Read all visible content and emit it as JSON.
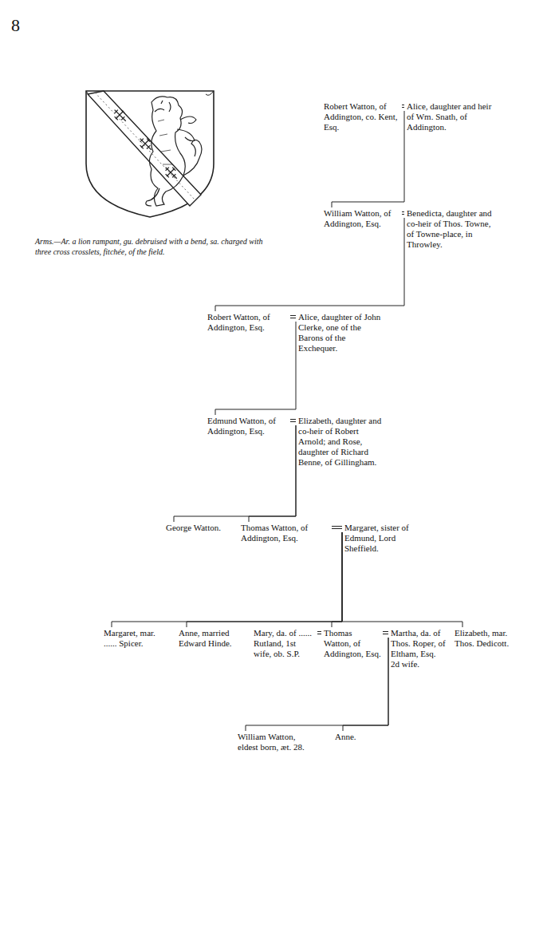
{
  "diagram": {
    "nodes": [
      {
        "text": [
          "Robert Watton, of Addington, co. Kent, Esq."
        ]
      },
      {
        "text": [
          "Alice, daughter and heir of Wm. Snath, of Addington."
        ]
      },
      {
        "text": [
          "William Watton, of Addington, Esq."
        ]
      },
      {
        "text": [
          "Benedicta, daughter and co-heir of Thos. Towne, of Towne-place, in Throwley."
        ]
      },
      {
        "text": [
          "Robert Watton, of Addington, Esq."
        ]
      },
      {
        "text": [
          "Alice, daughter of John Clerke, one of the Barons of the Exchequer."
        ]
      },
      {
        "text": [
          "Edmund Watton, of Addington, Esq."
        ]
      },
      {
        "text": [
          "Elizabeth, daughter and co-heir of Robert Arnold; and Rose, daughter of Richard Benne, of Gillingham."
        ]
      },
      {
        "text": [
          "George Watton."
        ]
      },
      {
        "text": [
          "Thomas Watton, of Addington, Esq."
        ]
      },
      {
        "text": [
          "Margaret, sister of Edmund, Lord Sheffield."
        ]
      },
      {
        "text": [
          "Margaret, mar. ...... Spicer."
        ]
      },
      {
        "text": [
          "Anne, married Edward Hinde."
        ]
      },
      {
        "text": [
          "Mary, da. of ...... Rutland, 1st wife, ob. S.P."
        ]
      },
      {
        "text": [
          "Thomas Watton, of Addington, Esq."
        ]
      },
      {
        "text": [
          "Martha, da. of Thos. Roper, of Eltham, Esq. 2d wife."
        ]
      },
      {
        "text": [
          "Elizabeth, mar. Thos. Dedicott."
        ]
      },
      {
        "text": [
          "William Watton, eldest born, æt. 28."
        ]
      },
      {
        "text": [
          "Anne."
        ]
      }
    ],
    "edges": [
      {
        "from": 0,
        "to": 1,
        "arrow": "none"
      },
      {
        "from": 1,
        "to": 2,
        "arrow": "none"
      },
      {
        "from": 2,
        "to": 3,
        "arrow": "none"
      },
      {
        "from": 3,
        "to": 4,
        "arrow": "none"
      },
      {
        "from": 4,
        "to": 5,
        "arrow": "none"
      },
      {
        "from": 5,
        "to": 6,
        "arrow": "none"
      },
      {
        "from": 6,
        "to": 7,
        "arrow": "none"
      },
      {
        "from": 7,
        "to": 8,
        "arrow": "none"
      },
      {
        "from": 7,
        "to": 9,
        "arrow": "none"
      },
      {
        "from": 9,
        "to": 10,
        "arrow": "none"
      },
      {
        "from": 10,
        "to": 11,
        "arrow": "none"
      },
      {
        "from": 10,
        "to": 12,
        "arrow": "none"
      },
      {
        "from": 10,
        "to": 14,
        "arrow": "none"
      },
      {
        "from": 10,
        "to": 16,
        "arrow": "none"
      },
      {
        "from": 13,
        "to": 14,
        "arrow": "none"
      },
      {
        "from": 14,
        "to": 15,
        "arrow": "none"
      },
      {
        "from": 15,
        "to": 17,
        "arrow": "none"
      },
      {
        "from": 15,
        "to": 18,
        "arrow": "none"
      }
    ],
    "labels": [
      "8",
      "Arms.—Ar. a lion rampant, gu. debruised with a bend, sa. charged with three cross crosslets, fitchée, of the field."
    ]
  }
}
